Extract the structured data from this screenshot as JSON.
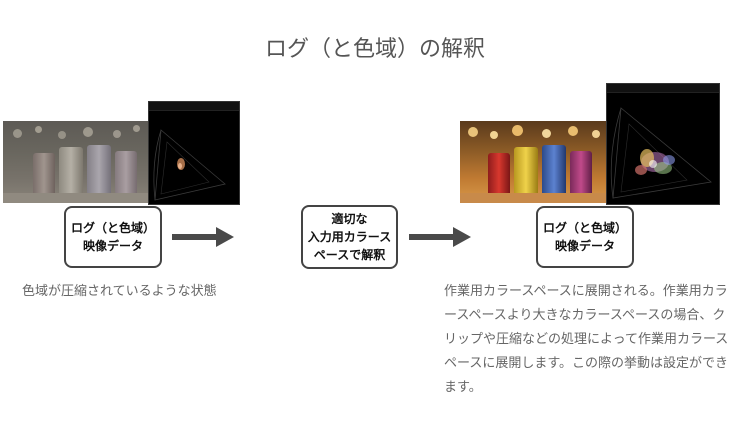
{
  "title": "ログ（と色域）の解釈",
  "boxes": {
    "left": {
      "line1": "ログ（と色域）",
      "line2": "映像データ"
    },
    "middle": {
      "line1": "適切な",
      "line2": "入力用カラース",
      "line3": "ペースで解釈"
    },
    "right": {
      "line1": "ログ（と色域）",
      "line2": "映像データ"
    }
  },
  "captions": {
    "left": "色域が圧縮されているような状態",
    "right": "作業用カラースペースに展開される。作業用カラースペースより大きなカラースペースの場合、クリップや圧縮などの処理によって作業用カラースペースに展開します。この際の挙動は設定ができます。"
  },
  "colors": {
    "arrow": "#4a4a4a",
    "box_border": "#444444",
    "title": "#555555",
    "caption": "#666666"
  },
  "icons": {
    "arrow": "right-arrow-icon",
    "scope": "vectorscope-icon"
  }
}
